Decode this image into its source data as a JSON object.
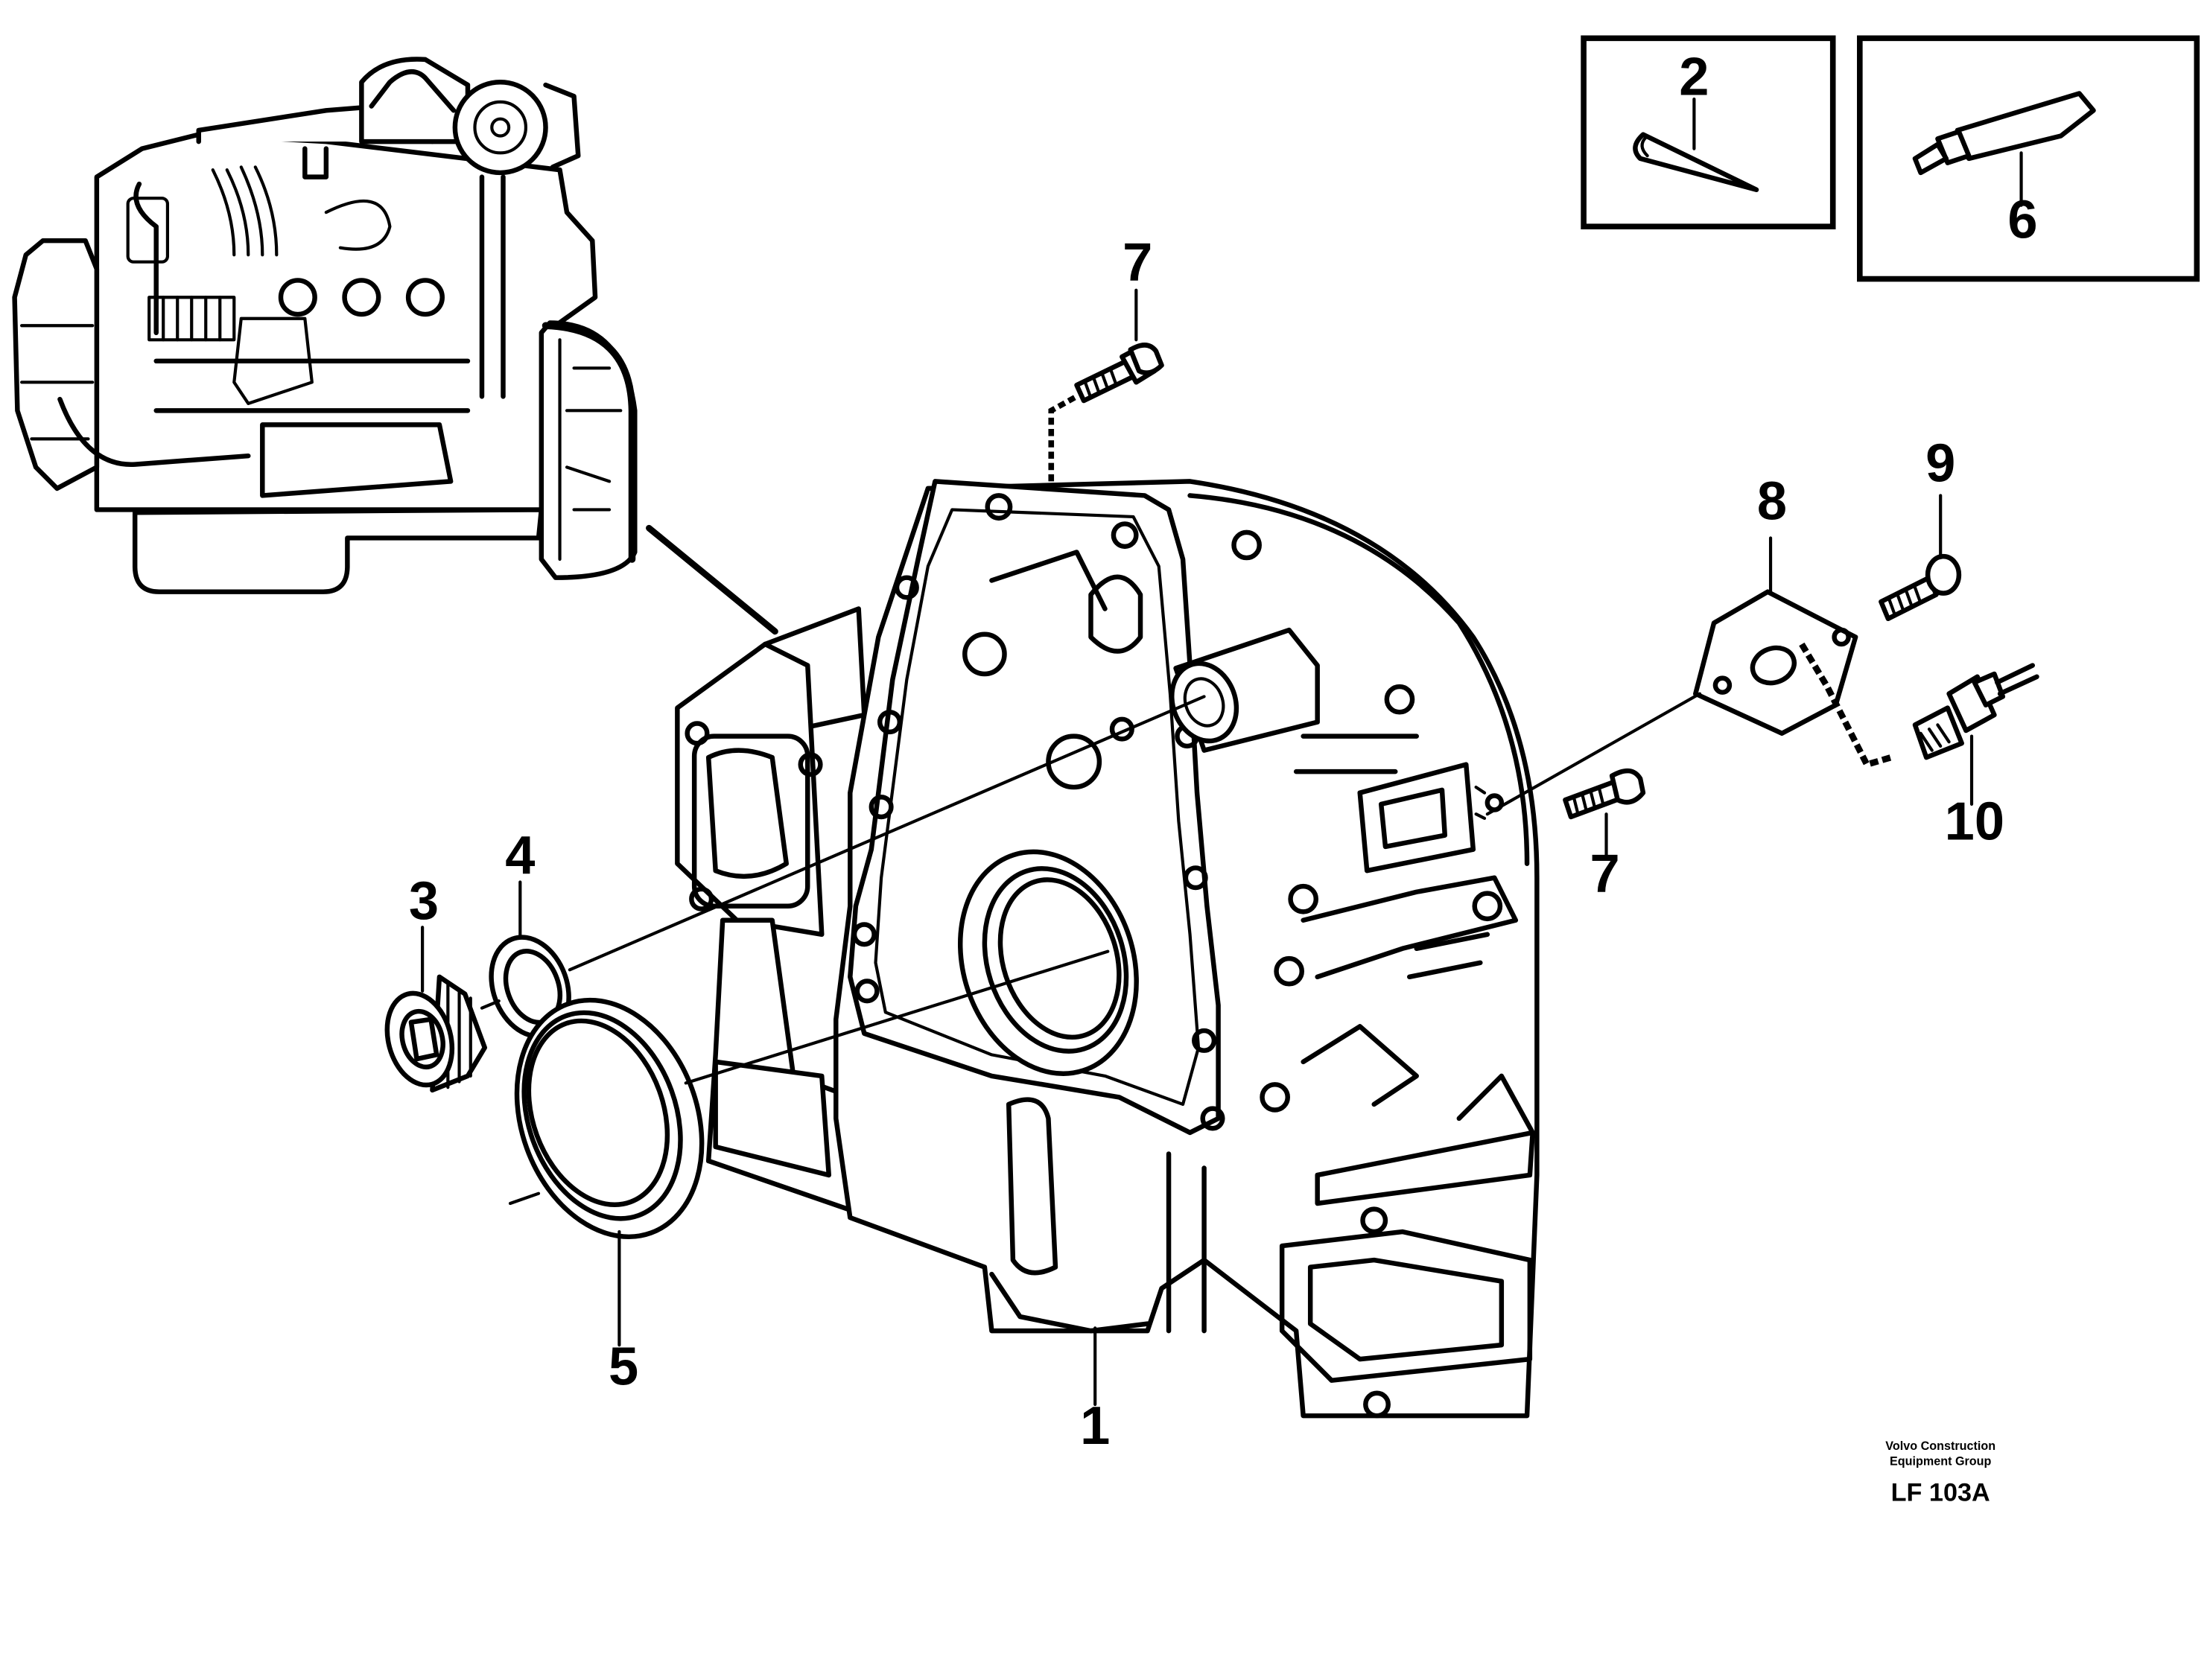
{
  "callouts": {
    "p1": "1",
    "p2": "2",
    "p3": "3",
    "p4": "4",
    "p5": "5",
    "p6": "6",
    "p7a": "7",
    "p7b": "7",
    "p8": "8",
    "p9": "9",
    "p10": "10"
  },
  "branding": {
    "line1": "Volvo Construction",
    "line2": "Equipment Group",
    "code": "LF 103A"
  }
}
